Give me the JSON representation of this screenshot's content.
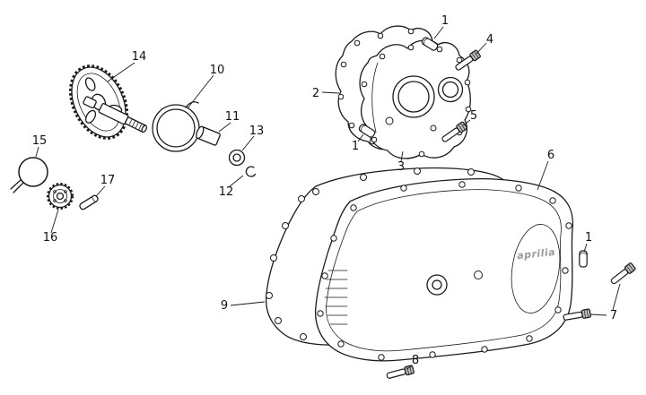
{
  "diagram": {
    "type": "exploded-parts-diagram",
    "subject": "engine side cover, gasket and kickstart assembly",
    "brand_text": "aprilia",
    "colors": {
      "line": "#1a1a1a",
      "background": "#ffffff",
      "bolt_head": "#bdbdbd",
      "logo_gray": "#9a9a9a"
    },
    "labels": {
      "p1_top": "1",
      "p4": "4",
      "p2": "2",
      "p5": "5",
      "p1_mid": "1",
      "p3": "3",
      "p14": "14",
      "p10": "10",
      "p11": "11",
      "p13": "13",
      "p12": "12",
      "p15": "15",
      "p17": "17",
      "p16": "16",
      "p6": "6",
      "p1_right": "1",
      "p7": "7",
      "p9": "9",
      "p8": "8"
    }
  }
}
